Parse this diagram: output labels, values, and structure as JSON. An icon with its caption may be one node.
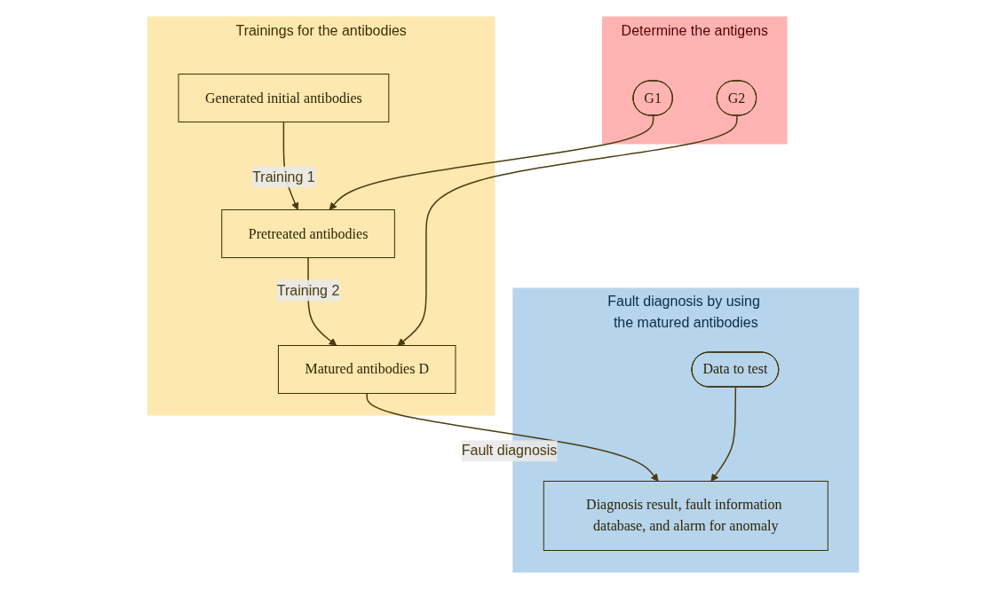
{
  "diagram": {
    "nodes": [
      {
        "text": [
          "Determine the antigens"
        ]
      },
      {
        "text": [
          "G1"
        ],
        "in": 0
      },
      {
        "text": [
          "G2"
        ],
        "in": 0
      },
      {
        "text": [
          "Trainings for the antibodies"
        ]
      },
      {
        "text": [
          "Generated initial antibodies"
        ],
        "in": 3
      },
      {
        "text": [
          "Pretreated antibodies"
        ],
        "in": 3
      },
      {
        "text": [
          "Matured antibodies D"
        ],
        "in": 3
      },
      {
        "text": [
          "Fault diagnosis by using the matured antibodies"
        ]
      },
      {
        "text": [
          "Data to test"
        ],
        "in": 7
      },
      {
        "text": [
          "Diagnosis result, fault information database, and alarm for anomaly"
        ],
        "in": 7
      }
    ],
    "edges": [
      {
        "from": 4,
        "to": 5,
        "arrow": "to",
        "label": "Training 1"
      },
      {
        "from": 1,
        "to": 5,
        "arrow": "to"
      },
      {
        "from": 5,
        "to": 6,
        "arrow": "to",
        "label": "Training 2"
      },
      {
        "from": 2,
        "to": 6,
        "arrow": "to"
      },
      {
        "from": 6,
        "to": 9,
        "arrow": "to",
        "label": "Fault diagnosis"
      },
      {
        "from": 8,
        "to": 9,
        "arrow": "to"
      }
    ]
  }
}
